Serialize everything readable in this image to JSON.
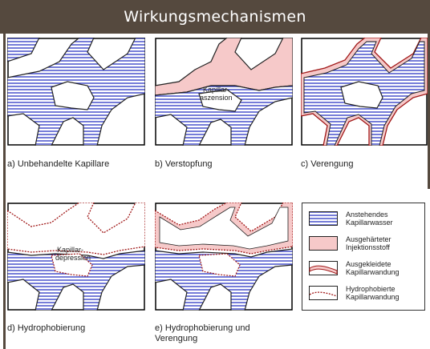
{
  "title": "Wirkungsmechanismen",
  "panels": [
    {
      "caption": "a) Unbehandelte Kapillare",
      "inner_label": ""
    },
    {
      "caption": "b) Verstopfung",
      "inner_label": "Kapillar-\naszension"
    },
    {
      "caption": "c) Verengung",
      "inner_label": ""
    },
    {
      "caption": "d) Hydrophobierung",
      "inner_label": "Kapillar-\ndepression"
    },
    {
      "caption": "e) Hydrophobierung und\nVerengung",
      "inner_label": ""
    }
  ],
  "legend": [
    {
      "label": "Anstehendes\nKapillarwasser",
      "swatch": "water"
    },
    {
      "label": "Ausgehärteter\nInjektionsstoff",
      "swatch": "injected"
    },
    {
      "label": "Ausgekleidete\nKapillarwandung",
      "swatch": "lined"
    },
    {
      "label": "Hydrophobierte\nKapillarwandung",
      "swatch": "hydrophobic"
    }
  ],
  "colors": {
    "header": "#55493e",
    "water_lines": "#3a45c8",
    "injected": "#f6c9c9",
    "lining": "#a01818"
  }
}
